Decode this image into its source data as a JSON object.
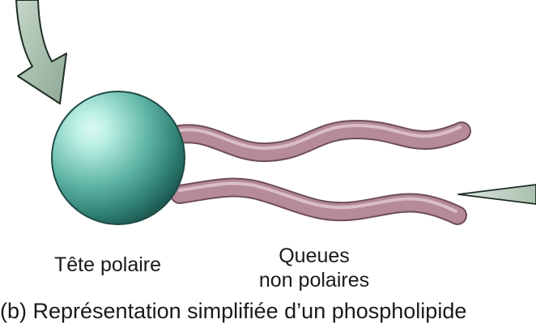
{
  "diagram": {
    "head_label": "Tête polaire",
    "tails_label_line1": "Queues",
    "tails_label_line2": "non polaires",
    "caption": "(b) Représentation simplifiée d’un phospholipide"
  },
  "colors": {
    "head_light": "#b8eee2",
    "head_mid": "#5fb5a5",
    "head_dark": "#1e5a52",
    "tail_fill": "#b58a9a",
    "tail_outline": "#6e4d5a",
    "tail_highlight": "#e2cbd4",
    "arrow_fill": "#a9bfae",
    "arrow_outline": "#1e2d24",
    "text": "#1a1a1a"
  }
}
